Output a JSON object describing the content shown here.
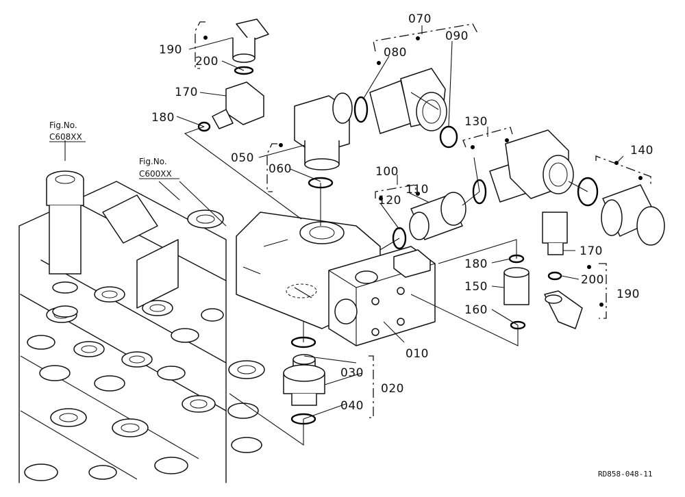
{
  "drawing_code": "RD858-048-11",
  "fig_refs": [
    {
      "line1": "Fig.No.",
      "line2": "C608XX"
    },
    {
      "line1": "Fig.No.",
      "line2": "C600XX"
    }
  ],
  "labels": {
    "p010": "010",
    "p020": "020",
    "p030": "030",
    "p040": "040",
    "p050": "050",
    "p060": "060",
    "p070": "070",
    "p080": "080",
    "p090": "090",
    "p100": "100",
    "p110": "110",
    "p120": "120",
    "p130": "130",
    "p140": "140",
    "p150": "150",
    "p160": "160",
    "p170a": "170",
    "p170b": "170",
    "p180a": "180",
    "p180b": "180",
    "p190a": "190",
    "p190b": "190",
    "p200a": "200",
    "p200b": "200"
  }
}
